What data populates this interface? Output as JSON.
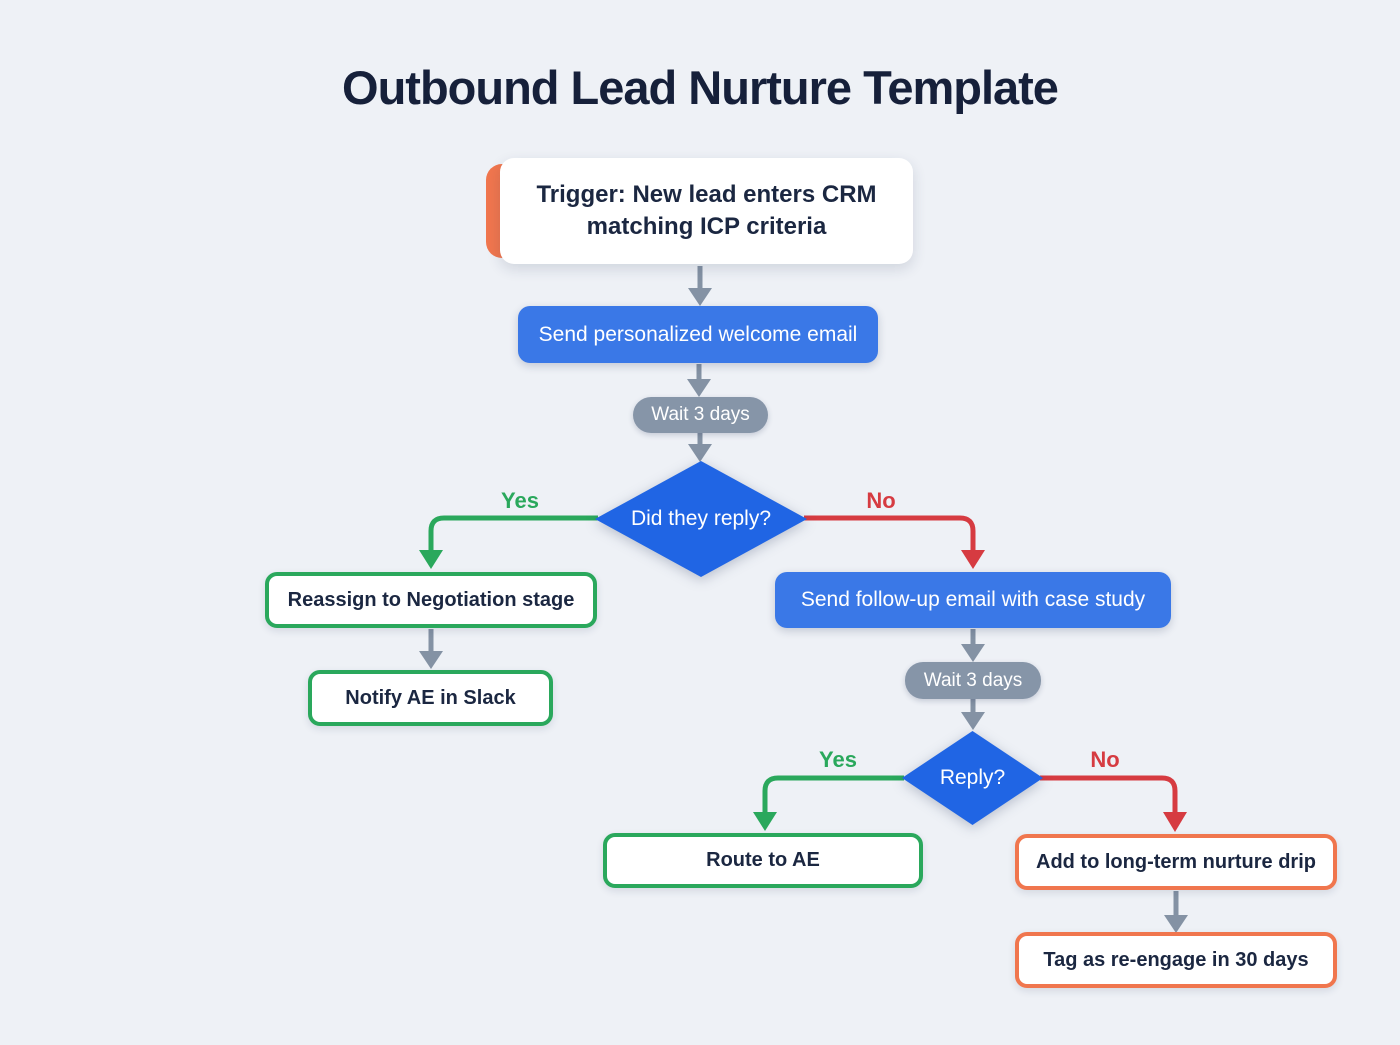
{
  "title": "Outbound Lead Nurture Template",
  "palette": {
    "bg": "#eef1f6",
    "navy": "#1b2741",
    "title": "#16203a",
    "blue": "#3a78e7",
    "diamond_blue": "#2065e4",
    "gray": "#8695a8",
    "line_gray": "#8492a4",
    "green": "#2aa85c",
    "red": "#d63b41",
    "orange": "#f0764e",
    "white": "#ffffff"
  },
  "nodes": {
    "trigger": {
      "label": "Trigger: New lead enters CRM matching ICP criteria"
    },
    "welcome_email": {
      "label": "Send personalized welcome email"
    },
    "wait1": {
      "label": "Wait 3 days"
    },
    "decision1": {
      "label": "Did they reply?"
    },
    "reassign": {
      "label": "Reassign to Negotiation stage"
    },
    "notify_ae": {
      "label": "Notify AE in Slack"
    },
    "followup_email": {
      "label": "Send follow-up email with case study"
    },
    "wait2": {
      "label": "Wait 3 days"
    },
    "decision2": {
      "label": "Reply?"
    },
    "route_ae": {
      "label": "Route to AE"
    },
    "nurture_drip": {
      "label": "Add to long-term nurture drip"
    },
    "tag_reengage": {
      "label": "Tag as re-engage in 30 days"
    }
  },
  "edges": {
    "decision1_yes": "Yes",
    "decision1_no": "No",
    "decision2_yes": "Yes",
    "decision2_no": "No"
  }
}
